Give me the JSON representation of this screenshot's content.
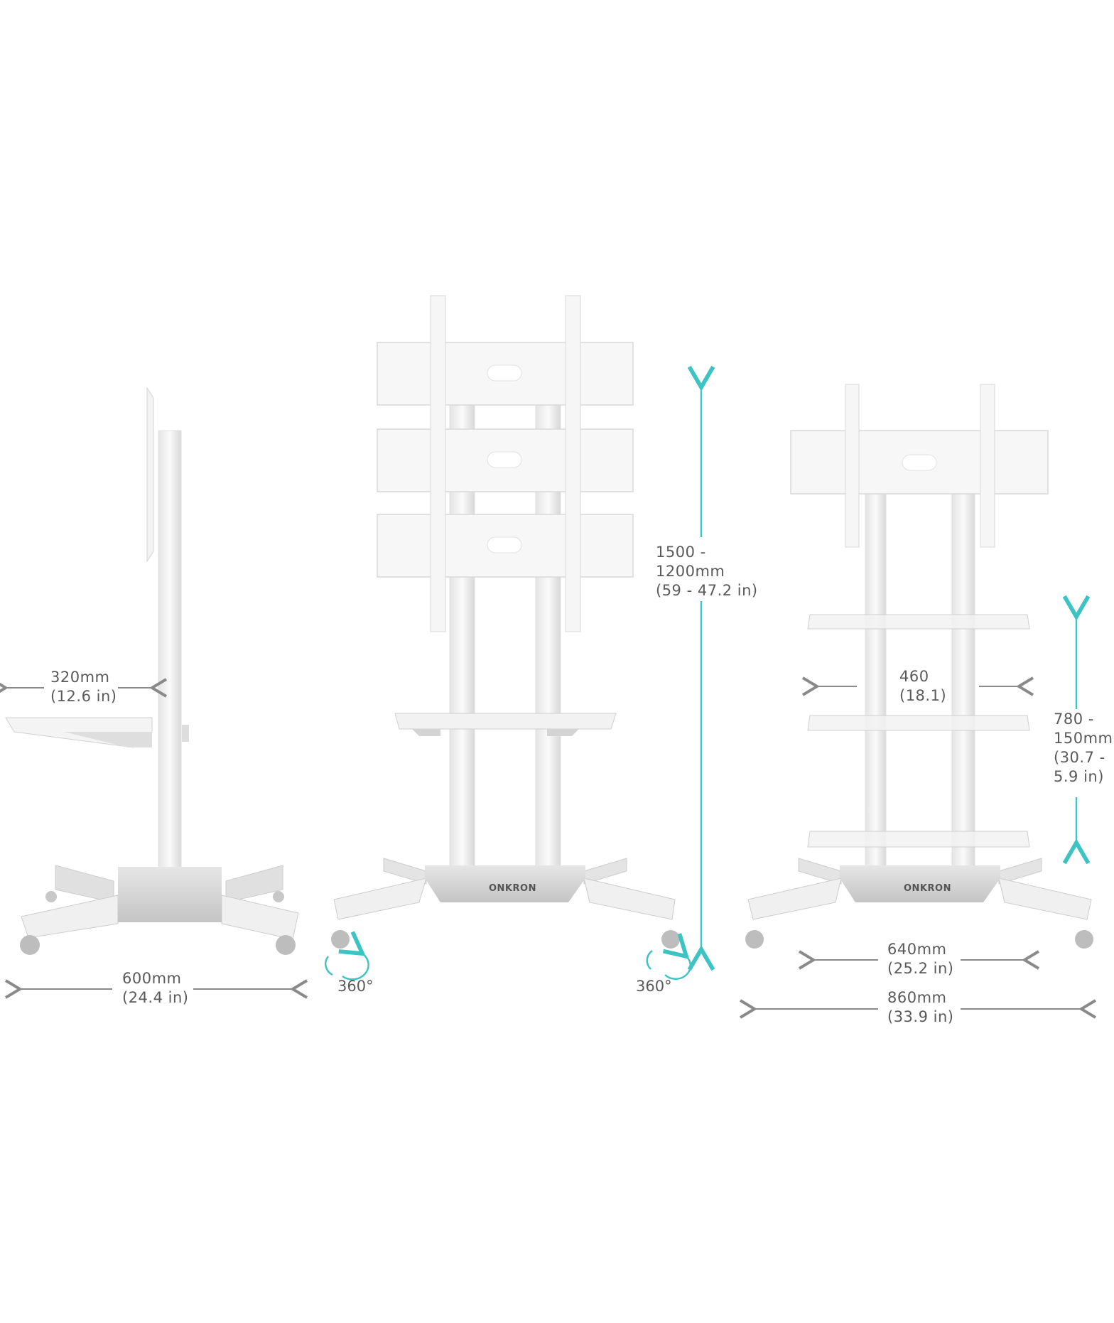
{
  "brand": "ONKRON",
  "colors": {
    "accent": "#3cc4c4",
    "text": "#5a5a5a",
    "arrow": "#8a8a8a",
    "metal": "#c9c9c9"
  },
  "side_view": {
    "shelf_depth": {
      "line1": "320mm",
      "line2": "(12.6 in)"
    },
    "base_depth": {
      "line1": "600mm",
      "line2": "(24.4 in)"
    }
  },
  "front_view": {
    "height_range": {
      "line1": "1500 -",
      "line2": "1200mm",
      "line3": "(59 - 47.2 in)"
    },
    "wheel_rotation_left": "360°",
    "wheel_rotation_right": "360°"
  },
  "front_view_shelves": {
    "shelf_width": {
      "line1": "460",
      "line2": "(18.1)"
    },
    "shelf_height_range": {
      "line1": "780 -",
      "line2": "150mm",
      "line3": "(30.7 -",
      "line4": "5.9 in)"
    },
    "wheelbase_width": {
      "line1": "640mm",
      "line2": "(25.2 in)"
    },
    "base_width": {
      "line1": "860mm",
      "line2": "(33.9 in)"
    }
  }
}
